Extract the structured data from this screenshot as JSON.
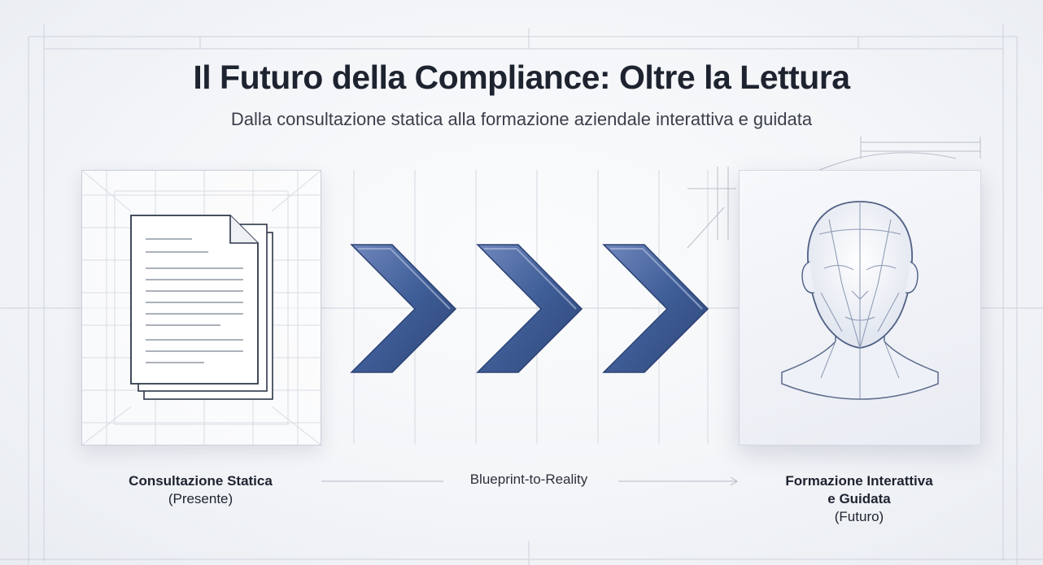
{
  "title": "Il Futuro della Compliance: Oltre la Lettura",
  "subtitle": "Dalla consultazione statica alla formazione aziendale interattiva e guidata",
  "left_stage": {
    "title": "Consultazione Statica",
    "note": "(Presente)"
  },
  "transition_label": "Blueprint-to-Reality",
  "right_stage": {
    "title_line1": "Formazione Interattiva",
    "title_line2": "e Guidata",
    "note": "(Futuro)"
  },
  "icons": {
    "left": "document-stack-icon",
    "arrows": "chevron-right-icon",
    "right": "human-head-icon"
  },
  "colors": {
    "arrow": "#3f5d97",
    "arrow_light": "#6d86bb",
    "title": "#1e2330",
    "grid": "#c7ccd6"
  }
}
